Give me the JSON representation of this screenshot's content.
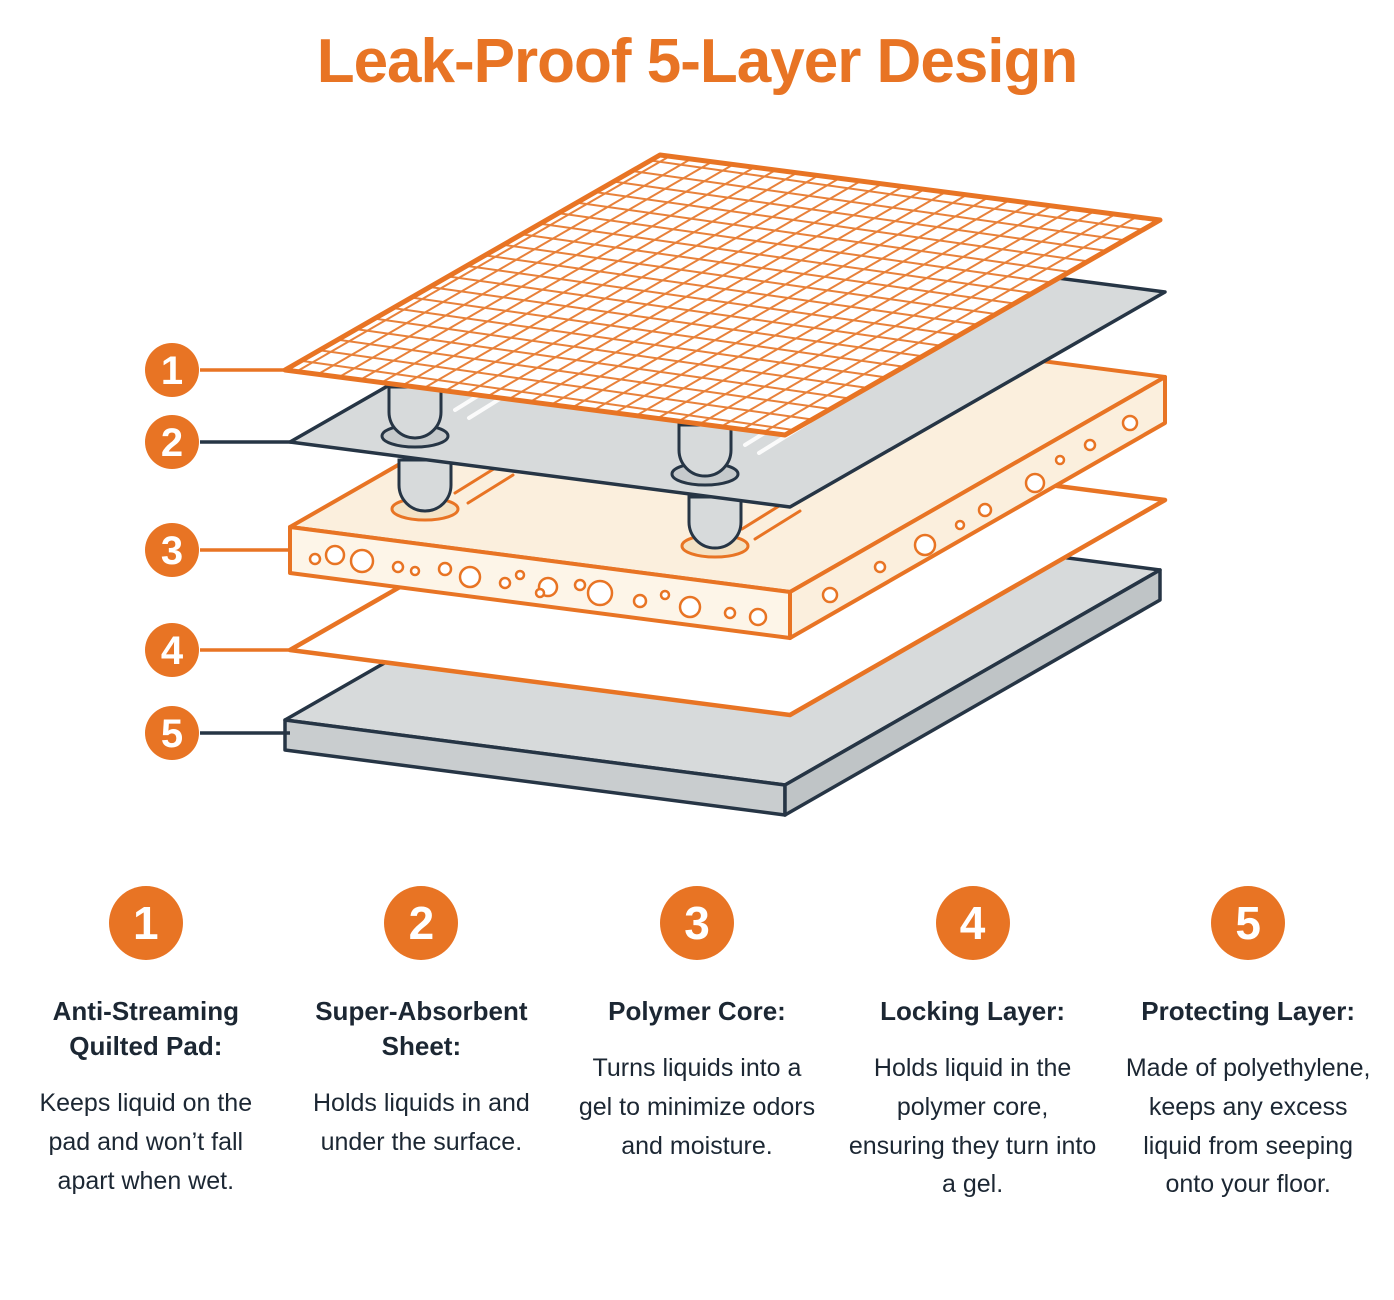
{
  "title": "Leak-Proof 5-Layer Design",
  "colors": {
    "orange": "#e87424",
    "navy": "#263545",
    "gray": "#d7dadb",
    "cream": "#fbefdd"
  },
  "layers": [
    {
      "number": "1",
      "heading": "Anti-Streaming Quilted Pad:",
      "description": "Keeps liquid on the pad and won’t fall apart when wet."
    },
    {
      "number": "2",
      "heading": "Super-Absorbent Sheet:",
      "description": "Holds liquids in and under the surface."
    },
    {
      "number": "3",
      "heading": "Polymer Core:",
      "description": "Turns liquids into a gel to minimize odors and moisture."
    },
    {
      "number": "4",
      "heading": "Locking Layer:",
      "description": "Holds liquid in the polymer core, ensuring they turn into a gel."
    },
    {
      "number": "5",
      "heading": "Protecting Layer:",
      "description": "Made of polyethylene, keeps any excess liquid from seeping onto your floor."
    }
  ]
}
